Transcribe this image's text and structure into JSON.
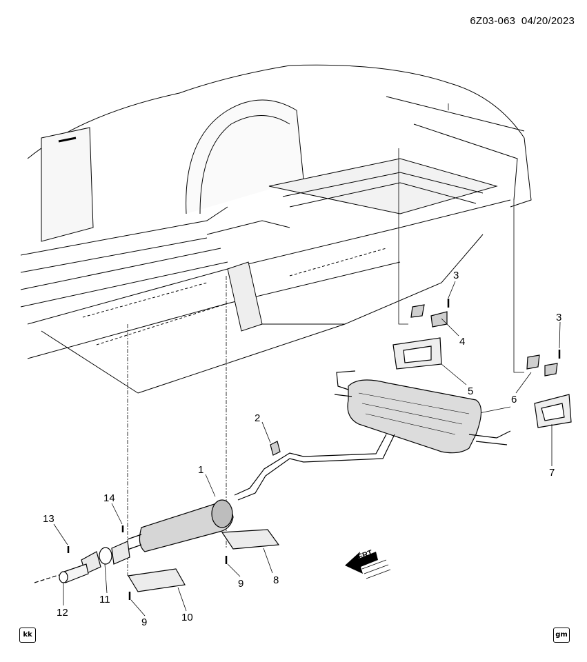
{
  "header": {
    "code": "6Z03-063",
    "date": "04/20/2023"
  },
  "callouts": [
    {
      "id": "c1",
      "label": "1"
    },
    {
      "id": "c2",
      "label": "2"
    },
    {
      "id": "c3a",
      "label": "3"
    },
    {
      "id": "c3b",
      "label": "3"
    },
    {
      "id": "c4",
      "label": "4"
    },
    {
      "id": "c5",
      "label": "5"
    },
    {
      "id": "c6",
      "label": "6"
    },
    {
      "id": "c7",
      "label": "7"
    },
    {
      "id": "c8",
      "label": "8"
    },
    {
      "id": "c9a",
      "label": "9"
    },
    {
      "id": "c9b",
      "label": "9"
    },
    {
      "id": "c10",
      "label": "10"
    },
    {
      "id": "c11",
      "label": "11"
    },
    {
      "id": "c12",
      "label": "12"
    },
    {
      "id": "c13",
      "label": "13"
    },
    {
      "id": "c14",
      "label": "14"
    }
  ],
  "front_arrow": {
    "label": "FRT"
  },
  "badges": {
    "left": "kk",
    "right": "gm"
  },
  "colors": {
    "line": "#000000",
    "shade": "#cfcfcf",
    "background": "#ffffff"
  }
}
